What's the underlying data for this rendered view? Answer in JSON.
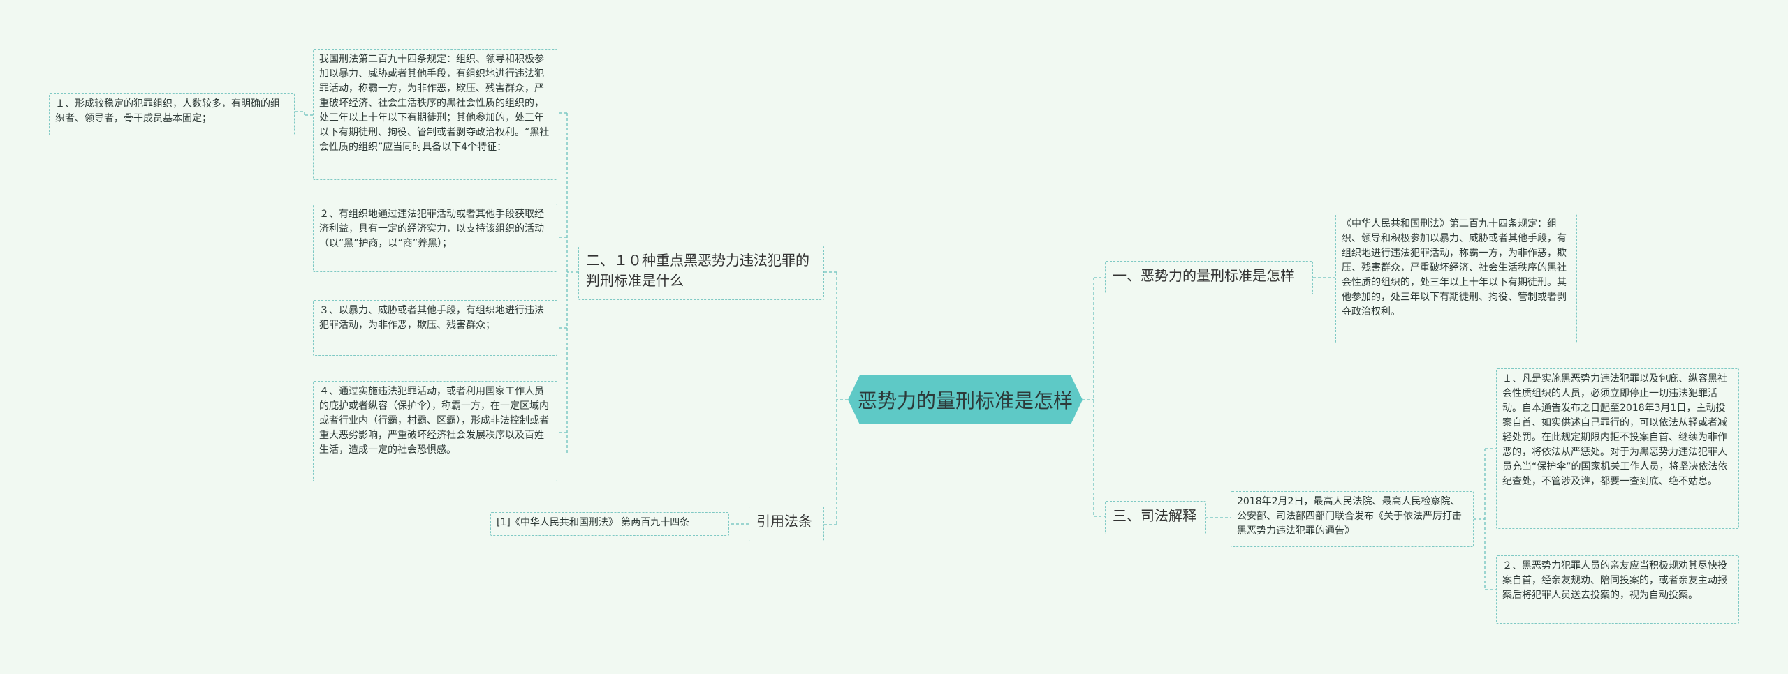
{
  "root": {
    "label": "恶势力的量刑标准是怎样"
  },
  "left": {
    "branch2": {
      "label": "二、１０种重点黑恶势力违法犯罪的判刑标准是什么",
      "children": [
        "我国刑法第二百九十四条规定：组织、领导和积极参加以暴力、威胁或者其他手段，有组织地进行违法犯罪活动，称霸一方，为非作恶，欺压、残害群众，严重破坏经济、社会生活秩序的黑社会性质的组织的，处三年以上十年以下有期徒刑；其他参加的，处三年以下有期徒刑、拘役、管制或者剥夺政治权利。“黑社会性质的组织”应当同时具备以下4个特征：",
        "２、有组织地通过违法犯罪活动或者其他手段获取经济利益，具有一定的经济实力，以支持该组织的活动（以“黑”护商，以“商”养黑）；",
        "３、以暴力、威胁或者其他手段，有组织地进行违法犯罪活动，为非作恶，欺压、残害群众；",
        "４、通过实施违法犯罪活动，或者利用国家工作人员的庇护或者纵容（保护伞），称霸一方，在一定区域内或者行业内（行霸，村霸、区霸），形成非法控制或者重大恶劣影响，严重破坏经济社会发展秩序以及百姓生活，造成一定的社会恐惧感。"
      ],
      "grandchild": "１、形成较稳定的犯罪组织，人数较多，有明确的组织者、领导者，骨干成员基本固定；"
    },
    "cite": {
      "label": "引用法条",
      "child": "[1]《中华人民共和国刑法》 第两百九十四条"
    }
  },
  "right": {
    "branch1": {
      "label": "一、恶势力的量刑标准是怎样",
      "child": "《中华人民共和国刑法》第二百九十四条规定：组织、领导和积极参加以暴力、威胁或者其他手段，有组织地进行违法犯罪活动，称霸一方，为非作恶，欺压、残害群众，严重破坏经济、社会生活秩序的黑社会性质的组织的，处三年以上十年以下有期徒刑。其他参加的，处三年以下有期徒刑、拘役、管制或者剥夺政治权利。"
    },
    "branch3": {
      "label": "三、司法解释",
      "child": "2018年2月2日，最高人民法院、最高人民检察院、公安部、司法部四部门联合发布《关于依法严厉打击黑恶势力违法犯罪的通告》",
      "grandchildren": [
        "１、凡是实施黑恶势力违法犯罪以及包庇、纵容黑社会性质组织的人员，必须立即停止一切违法犯罪活动。自本通告发布之日起至2018年3月1日，主动投案自首、如实供述自己罪行的，可以依法从轻或者减轻处罚。在此规定期限内拒不投案自首、继续为非作恶的，将依法从严惩处。对于为黑恶势力违法犯罪人员充当“保护伞”的国家机关工作人员，将坚决依法依纪查处，不管涉及谁，都要一查到底、绝不姑息。",
        "２、黑恶势力犯罪人员的亲友应当积极规劝其尽快投案自首，经亲友规劝、陪同投案的，或者亲友主动报案后将犯罪人员送去投案的，视为自动投案。"
      ]
    }
  },
  "colors": {
    "root_fill": "#5ec9c6",
    "line": "#7fc9c4",
    "background": "#f1f9f2"
  }
}
